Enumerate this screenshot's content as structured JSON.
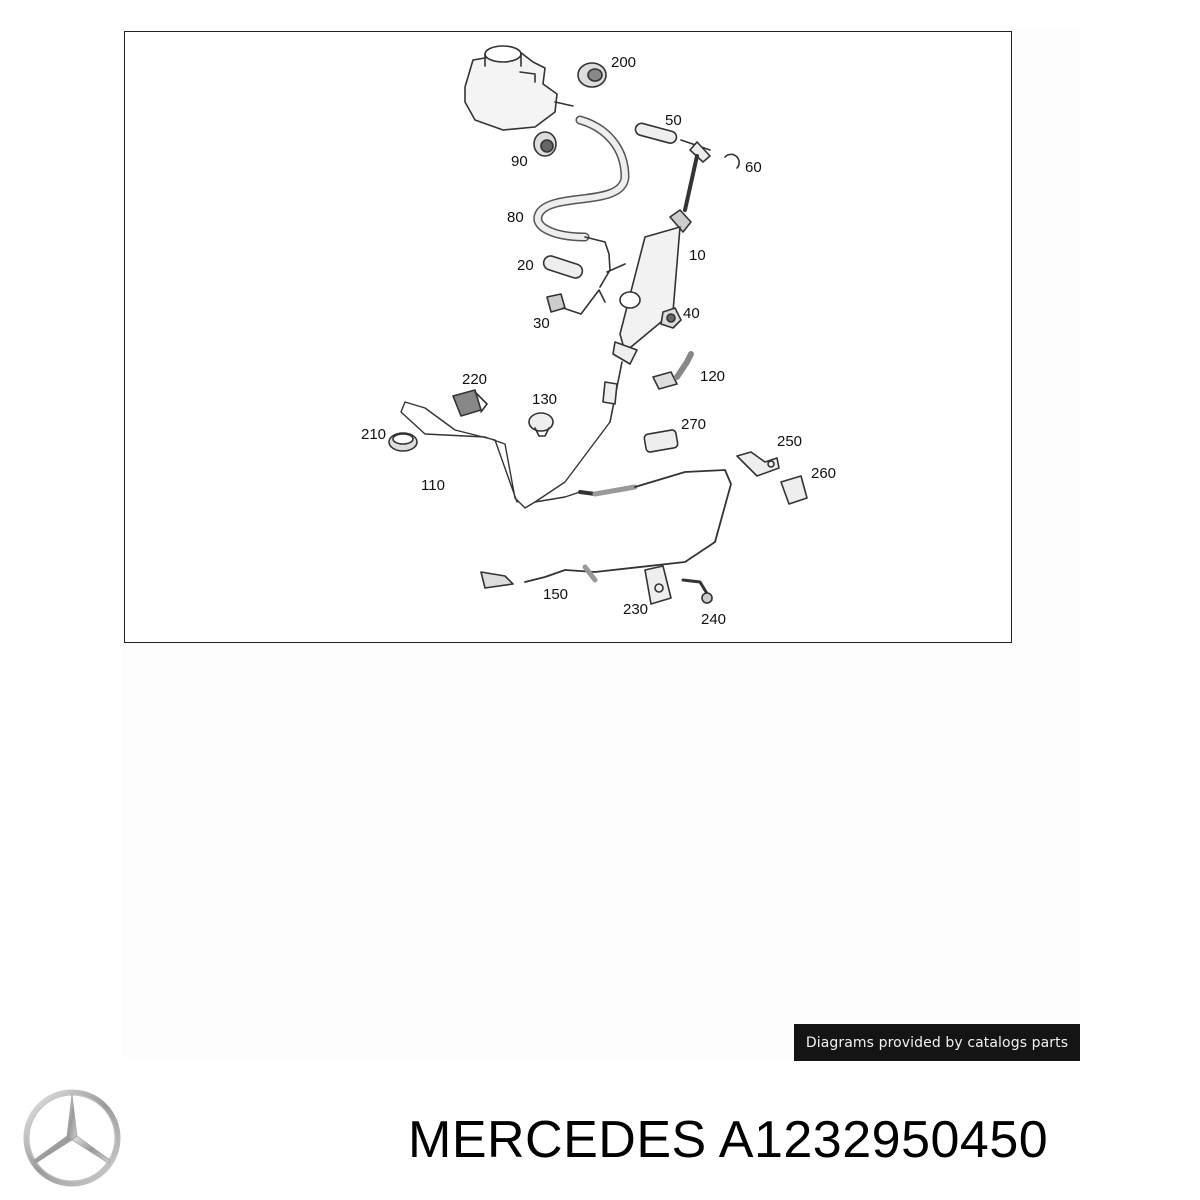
{
  "diagram": {
    "callouts": [
      {
        "id": "200",
        "label": "200"
      },
      {
        "id": "50",
        "label": "50"
      },
      {
        "id": "90",
        "label": "90"
      },
      {
        "id": "60",
        "label": "60"
      },
      {
        "id": "80",
        "label": "80"
      },
      {
        "id": "10",
        "label": "10"
      },
      {
        "id": "20",
        "label": "20"
      },
      {
        "id": "40",
        "label": "40"
      },
      {
        "id": "30",
        "label": "30"
      },
      {
        "id": "220",
        "label": "220"
      },
      {
        "id": "120",
        "label": "120"
      },
      {
        "id": "130",
        "label": "130"
      },
      {
        "id": "270",
        "label": "270"
      },
      {
        "id": "210",
        "label": "210"
      },
      {
        "id": "250",
        "label": "250"
      },
      {
        "id": "260",
        "label": "260"
      },
      {
        "id": "110",
        "label": "110"
      },
      {
        "id": "150",
        "label": "150"
      },
      {
        "id": "230",
        "label": "230"
      },
      {
        "id": "240",
        "label": "240"
      }
    ]
  },
  "credit": {
    "text": "Diagrams provided by catalogs parts"
  },
  "brand": {
    "logo_icon": "mercedes-star-icon"
  },
  "title": {
    "text": "MERCEDES A1232950450"
  }
}
